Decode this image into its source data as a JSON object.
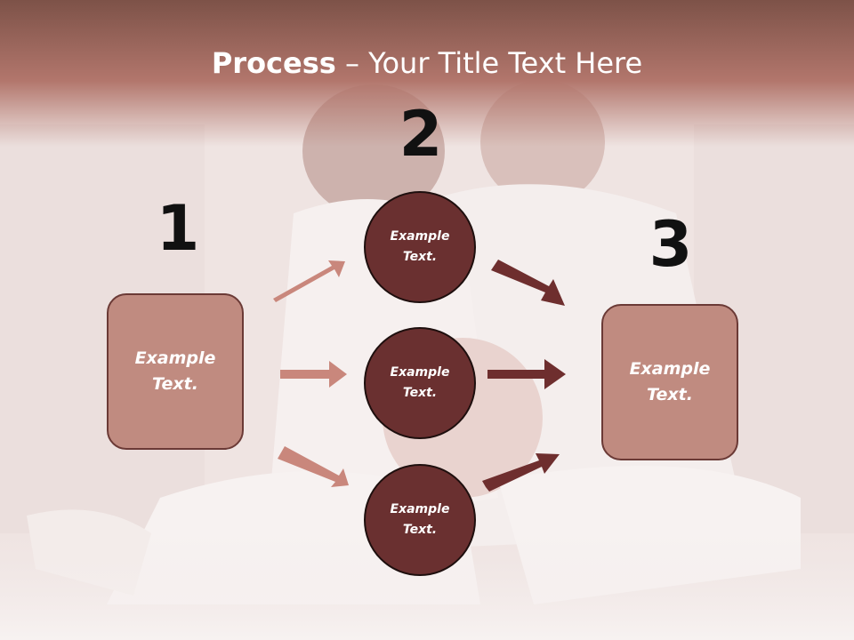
{
  "title": {
    "bold": "Process",
    "rest": " – Your Title Text Here"
  },
  "steps": [
    {
      "number": "1",
      "text": "Example\nText."
    },
    {
      "number": "2"
    },
    {
      "number": "3",
      "text": "Example\nText."
    }
  ],
  "circles": [
    {
      "text": "Example\nText."
    },
    {
      "text": "Example\nText."
    },
    {
      "text": "Example\nText."
    }
  ],
  "colors": {
    "header": "#b2766c",
    "box_fill": "#c08b80",
    "circle_fill": "#6a3030",
    "arrow_light": "#c9877c",
    "arrow_dark": "#6e2e2e"
  }
}
